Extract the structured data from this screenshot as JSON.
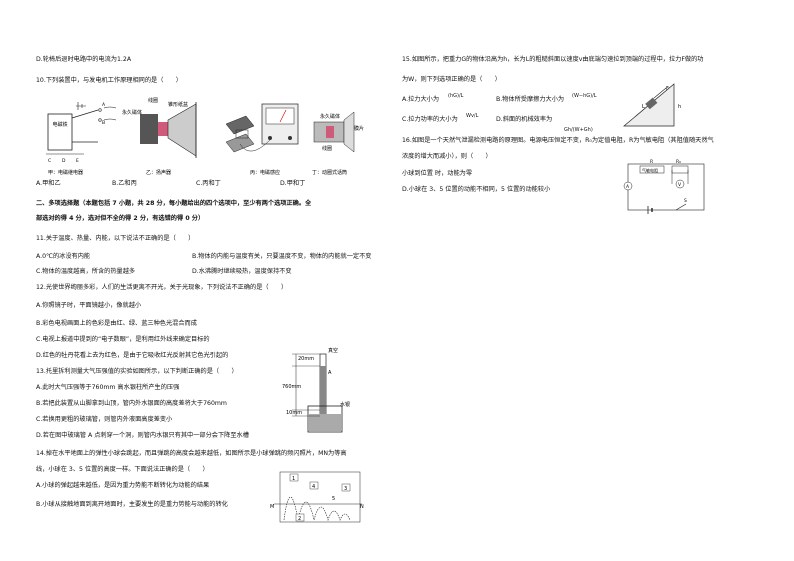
{
  "left": {
    "l1": "D.轮椅后退时电路中的电流为1.2A",
    "q10": "10.下列装置中，与发电机工作原理相同的是（　　）",
    "fig10": {
      "lbl_a": "甲：电磁继电器",
      "lbl_b": "乙：扬声器",
      "lbl_c": "丙：电磁感应",
      "lbl_d": "丁：动圈式话筒",
      "coil": "线圈",
      "cone": "锥形纸盆",
      "magnet": "永久磁体",
      "magnet2": "永久磁体",
      "coil2": "线圈",
      "diaphragm": "膜片",
      "relay": "电磁铁"
    },
    "q10opts": {
      "a": "A.甲和乙",
      "b": "B.乙和丙",
      "c": "C.丙和丁",
      "d": "D.甲和丁"
    },
    "sec2a": "二、多项选择题（本题包括 7 小题，共 28 分，每小题给出的四个选项中，至少有两个选项正确。全",
    "sec2b": "部选对的得 4 分，选对但不全的得 2 分，有选错的得 0 分）",
    "q11": "11.关于温度、热量、内能，以下说法不正确的是（　　）",
    "q11a": "A.0℃的冰没有内能",
    "q11b": "B.物体的内能与温度有关，只要温度不变，物体的内能就一定不变",
    "q11c": "C.物体的温度越高，所含的热量越多",
    "q11d": "D.水沸腾时继续吸热，温度保持不变",
    "q12": "12.光使世界绚丽多彩，人们的生活更离不开光，关于光现象，下列说法不正确的是（　　）",
    "q12a": "A.你照镜子时，平面镜越小，像就越小",
    "q12b": "B.彩色电视画面上的色彩是由红、绿、蓝三种色光混合而成",
    "q12c1": "C.电视上报道中提到的“电子数眼”，是利用红外线来确定目标的",
    "q12c2": "",
    "q12d": "D.红色的牡丹花看上去为红色，是由于它吸收红光反射其它色光引起的",
    "q13": "13.托里拆利测量大气压强值的实验如图所示，以下判断正确的是（　　）",
    "q13a": "A.此时大气压强等于760mm 高水银柱所产生的压强",
    "q13b": "B.若把此装置从山脚拿到山顶，管内外水银面的高度差将大于760mm",
    "q13c": "C.若换用更粗的玻璃管，则管内外液面高度差变小",
    "q13d": "D.若在图中玻璃管 A 点刺穿一个洞，则管内水银只有其中一部分会下降至水槽",
    "fig13": {
      "top": "20mm",
      "vac": "真空",
      "mid": "760mm",
      "bot": "10mm",
      "a": "A",
      "hg": "水银"
    },
    "q14a": "14.掉在水平地面上的弹性小球会跳起，而且弹跳的高度会越来越低，如图所示是小球弹跳的频闪照片，MN为等高",
    "q14b": "线，小球在 3、5 位置的高度一样。下面说法正确的是（　　）",
    "q14A": "A.小球的弹起越来越低，是因为重力势能不断转化为动能的结果",
    "q14B": "B.小球从接触地面到离开地面时，主要发生的是重力势能与动能的转化",
    "fig14": {
      "n1": "1",
      "n2": "2",
      "n3": "3",
      "n4": "4",
      "n5": "5",
      "m": "M",
      "n": "N"
    }
  },
  "right": {
    "q15a": "15.如图所示，把重力G的物体沿高为h，长为L的粗糙斜面以速度v由底端匀速拉到顶端的过程中，拉力F做的功",
    "q15b": "为W，则下列选项正确的是（　　）",
    "q15A": "A.拉力大小为",
    "q15Af": "(hG)/L",
    "q15B": "B.物体所受摩擦力大小为",
    "q15Bf": "(W−hG)/L",
    "q15C": "C.拉力功率的大小为",
    "q15Cf": "Wv/L",
    "q15D": "D.斜面的机械效率为",
    "q15Df": "Gh/(W+Gh)",
    "fig15": {
      "f": "F",
      "h": "h",
      "l": "L"
    },
    "q16a": "16.如图是一个天然气泄漏检测电路的原理图。电源电压恒定不变，R₀为定值电阻，R为气敏电阻（其阻值随天然气",
    "q16b": "浓度的增大而减小），则（　　）",
    "q16c": "小球到位置  时，动能为零",
    "q16d": "D.小球在 3、5 位置的动能不相同，5 位置的动能较小",
    "fig16": {
      "r": "R",
      "r0": "R₀",
      "sensor": "气敏电阻",
      "a": "A",
      "v": "V",
      "s": "S"
    }
  }
}
